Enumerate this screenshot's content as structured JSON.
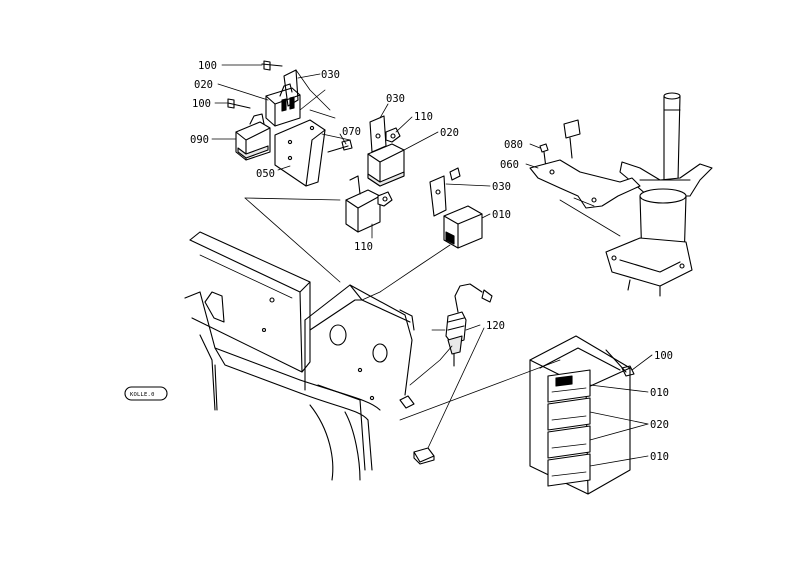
{
  "diagram": {
    "labels": {
      "p100_a": "100",
      "p020_a": "020",
      "p030_a": "030",
      "p100_b": "100",
      "p090": "090",
      "p050": "050",
      "p070": "070",
      "p030_b": "030",
      "p110_a": "110",
      "p020_b": "020",
      "p110_b": "110",
      "p080": "080",
      "p060": "060",
      "p030_c": "030",
      "p010_a": "010",
      "p120": "120",
      "p100_c": "100",
      "p010_b": "010",
      "p020_c": "020",
      "p010_c": "010"
    },
    "stamp": "KOLLE.0"
  }
}
